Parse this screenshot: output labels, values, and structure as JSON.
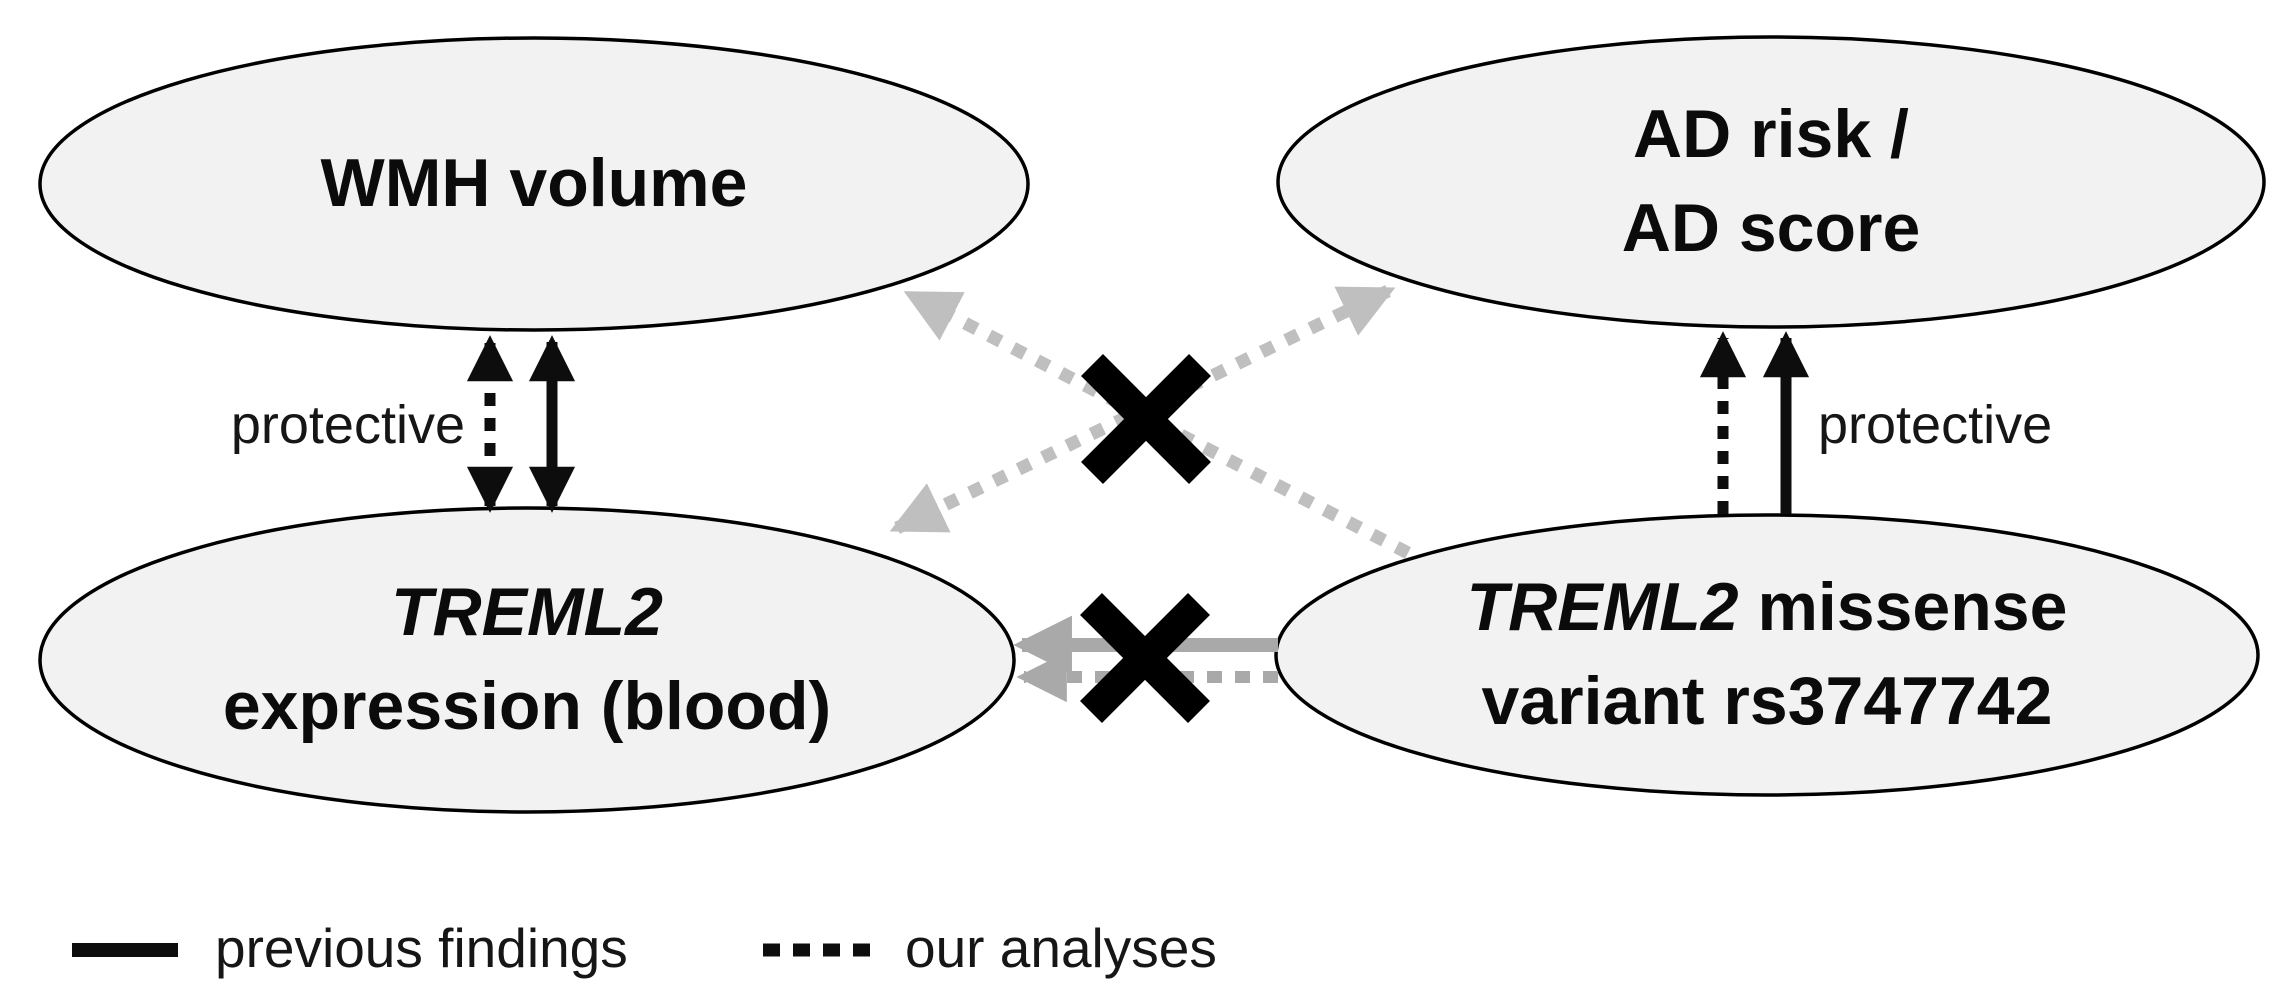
{
  "diagram": {
    "nodes": {
      "wmh": {
        "label": "WMH volume"
      },
      "ad": {
        "line1": "AD risk /",
        "line2": "AD score"
      },
      "expression": {
        "gene": "TREML2",
        "line2": "expression (blood)"
      },
      "variant": {
        "gene": "TREML2",
        "line1_rest": " missense",
        "line2": "variant rs3747742"
      }
    },
    "annotations": {
      "protective_left": "protective",
      "protective_right": "protective"
    },
    "legend": {
      "solid_label": "previous findings",
      "dashed_label": "our analyses"
    },
    "colors": {
      "node_fill": "#f2f2f2",
      "node_stroke": "#000000",
      "black_arrow": "#0d0d0d",
      "gray_arrow": "#a9a9a9",
      "gray_dashed_diagonal": "#bfbfbf",
      "cross": "#000000"
    }
  }
}
